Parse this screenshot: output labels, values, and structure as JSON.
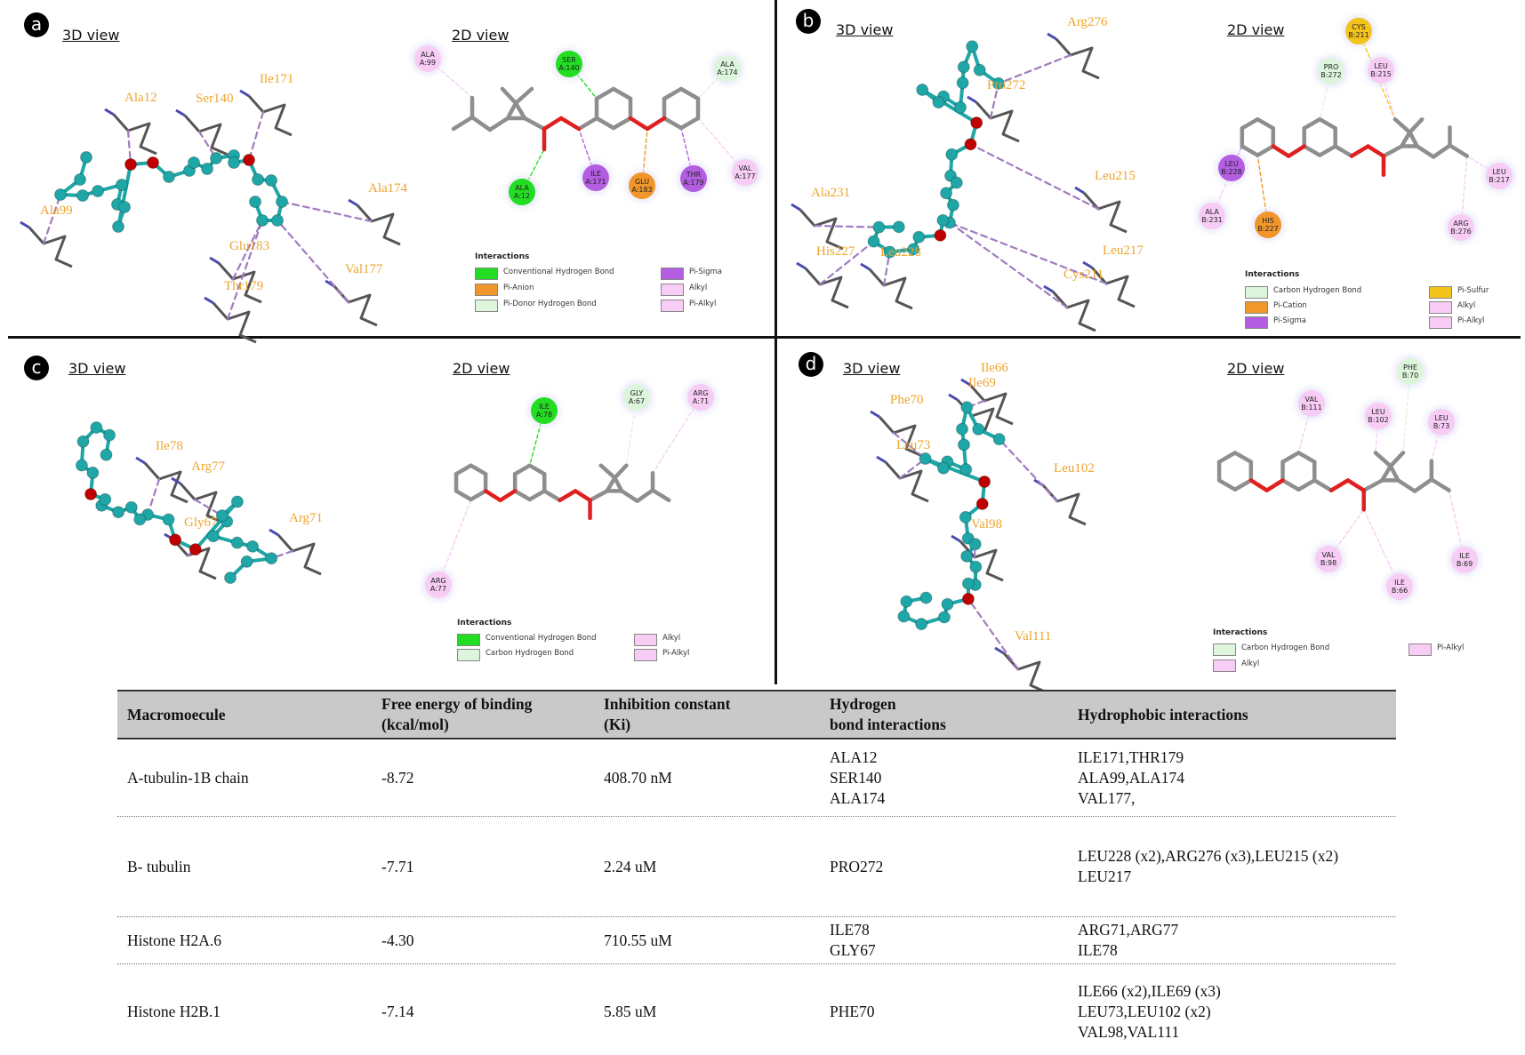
{
  "colors": {
    "conventional_hbond": "#22dd22",
    "carbon_hbond": "#dcf5dc",
    "pi_donor_hbond": "#dcf5dc",
    "pi_anion": "#f0962a",
    "pi_cation": "#f0962a",
    "pi_sigma": "#b35de0",
    "pi_sulfur": "#f3c21b",
    "alkyl": "#f7cdf5",
    "pi_alkyl": "#f7cdf5",
    "ligand_atom": "#1fa6a6",
    "oxygen": "#c00000",
    "label_3d": "#eda52c"
  },
  "panels": [
    {
      "badge": "a",
      "view_3d": "3D view",
      "view_2d": "2D view",
      "labels_3d": [
        "Ala12",
        "Ser140",
        "Ile171",
        "Ala174",
        "Ala99",
        "Glu183",
        "Thr179",
        "Val177"
      ],
      "residues": [
        {
          "name": "ALA",
          "id": "A:99",
          "kind": "alkyl"
        },
        {
          "name": "SER",
          "id": "A:140",
          "kind": "conventional_hbond"
        },
        {
          "name": "ALA",
          "id": "A:174",
          "kind": "pi_donor_hbond"
        },
        {
          "name": "ILE",
          "id": "A:171",
          "kind": "pi_sigma"
        },
        {
          "name": "GLU",
          "id": "A:183",
          "kind": "pi_anion"
        },
        {
          "name": "THR",
          "id": "A:179",
          "kind": "pi_sigma"
        },
        {
          "name": "VAL",
          "id": "A:177",
          "kind": "alkyl"
        },
        {
          "name": "ALA",
          "id": "A:12",
          "kind": "conventional_hbond"
        }
      ],
      "legend_title": "Interactions",
      "legend": [
        {
          "label": "Conventional Hydrogen Bond",
          "kind": "conventional_hbond"
        },
        {
          "label": "Pi-Anion",
          "kind": "pi_anion"
        },
        {
          "label": "Pi-Donor Hydrogen Bond",
          "kind": "pi_donor_hbond"
        },
        {
          "label": "Pi-Sigma",
          "kind": "pi_sigma"
        },
        {
          "label": "Alkyl",
          "kind": "alkyl"
        },
        {
          "label": "Pi-Alkyl",
          "kind": "pi_alkyl"
        }
      ]
    },
    {
      "badge": "b",
      "view_3d": "3D view",
      "view_2d": "2D view",
      "labels_3d": [
        "Arg276",
        "Pro272",
        "Leu215",
        "Leu217",
        "His227",
        "Leu228",
        "Ala231",
        "Cys211"
      ],
      "residues": [
        {
          "name": "CYS",
          "id": "B:211",
          "kind": "pi_sulfur"
        },
        {
          "name": "PRO",
          "id": "B:272",
          "kind": "carbon_hbond"
        },
        {
          "name": "LEU",
          "id": "B:215",
          "kind": "alkyl"
        },
        {
          "name": "LEU",
          "id": "B:228",
          "kind": "pi_sigma"
        },
        {
          "name": "ALA",
          "id": "B:231",
          "kind": "alkyl"
        },
        {
          "name": "HIS",
          "id": "B:227",
          "kind": "pi_cation"
        },
        {
          "name": "LEU",
          "id": "B:217",
          "kind": "alkyl"
        },
        {
          "name": "ARG",
          "id": "B:276",
          "kind": "alkyl"
        }
      ],
      "legend_title": "Interactions",
      "legend": [
        {
          "label": "Carbon Hydrogen Bond",
          "kind": "carbon_hbond"
        },
        {
          "label": "Pi-Cation",
          "kind": "pi_cation"
        },
        {
          "label": "Pi-Sigma",
          "kind": "pi_sigma"
        },
        {
          "label": "Pi-Sulfur",
          "kind": "pi_sulfur"
        },
        {
          "label": "Alkyl",
          "kind": "alkyl"
        },
        {
          "label": "Pi-Alkyl",
          "kind": "pi_alkyl"
        }
      ]
    },
    {
      "badge": "c",
      "view_3d": "3D view",
      "view_2d": "2D view",
      "labels_3d": [
        "Ile78",
        "Arg77",
        "Gly67",
        "Arg71"
      ],
      "residues": [
        {
          "name": "ILE",
          "id": "A:78",
          "kind": "conventional_hbond"
        },
        {
          "name": "GLY",
          "id": "A:67",
          "kind": "carbon_hbond"
        },
        {
          "name": "ARG",
          "id": "A:71",
          "kind": "alkyl"
        },
        {
          "name": "ARG",
          "id": "A:77",
          "kind": "alkyl"
        }
      ],
      "legend_title": "Interactions",
      "legend": [
        {
          "label": "Conventional Hydrogen Bond",
          "kind": "conventional_hbond"
        },
        {
          "label": "Carbon Hydrogen Bond",
          "kind": "carbon_hbond"
        },
        {
          "label": "Alkyl",
          "kind": "alkyl"
        },
        {
          "label": "Pi-Alkyl",
          "kind": "pi_alkyl"
        }
      ]
    },
    {
      "badge": "d",
      "view_3d": "3D view",
      "view_2d": "2D view",
      "labels_3d": [
        "Ile66",
        "Ile69",
        "Phe70",
        "Leu73",
        "Leu102",
        "Val98",
        "Val111"
      ],
      "residues": [
        {
          "name": "PHE",
          "id": "B:70",
          "kind": "carbon_hbond"
        },
        {
          "name": "VAL",
          "id": "B:111",
          "kind": "alkyl"
        },
        {
          "name": "LEU",
          "id": "B:102",
          "kind": "alkyl"
        },
        {
          "name": "LEU",
          "id": "B:73",
          "kind": "alkyl"
        },
        {
          "name": "VAL",
          "id": "B:98",
          "kind": "alkyl"
        },
        {
          "name": "ILE",
          "id": "B:66",
          "kind": "alkyl"
        },
        {
          "name": "ILE",
          "id": "B:69",
          "kind": "alkyl"
        }
      ],
      "legend_title": "Interactions",
      "legend": [
        {
          "label": "Carbon Hydrogen Bond",
          "kind": "carbon_hbond"
        },
        {
          "label": "Alkyl",
          "kind": "alkyl"
        },
        {
          "label": "Pi-Alkyl",
          "kind": "pi_alkyl"
        }
      ]
    }
  ],
  "table": {
    "headers": [
      [
        "Macromoecule"
      ],
      [
        "Free energy of binding",
        "(kcal/mol)"
      ],
      [
        "Inhibition constant",
        "(Ki)"
      ],
      [
        "Hydrogen",
        "bond interactions"
      ],
      [
        "Hydrophobic interactions"
      ]
    ],
    "rows": [
      {
        "cells": [
          [
            "A-tubulin-1B chain"
          ],
          [
            "-8.72"
          ],
          [
            "408.70 nM"
          ],
          [
            "ALA12",
            "SER140",
            "ALA174"
          ],
          [
            "ILE171,THR179",
            "ALA99,ALA174",
            "VAL177,"
          ]
        ]
      },
      {
        "cells": [
          [
            "B- tubulin"
          ],
          [
            "-7.71"
          ],
          [
            "2.24 uM"
          ],
          [
            "PRO272"
          ],
          [
            "LEU228 (x2),ARG276 (x3),LEU215 (x2)",
            "LEU217"
          ]
        ]
      },
      {
        "cells": [
          [
            "Histone H2A.6"
          ],
          [
            "-4.30"
          ],
          [
            "710.55 uM"
          ],
          [
            "ILE78",
            "GLY67"
          ],
          [
            "ARG71,ARG77",
            "ILE78"
          ]
        ]
      },
      {
        "cells": [
          [
            "Histone H2B.1"
          ],
          [
            "-7.14"
          ],
          [
            "5.85 uM"
          ],
          [
            "PHE70"
          ],
          [
            "ILE66 (x2),ILE69 (x3)",
            "LEU73,LEU102  (x2)",
            "VAL98,VAL111"
          ]
        ]
      }
    ]
  }
}
